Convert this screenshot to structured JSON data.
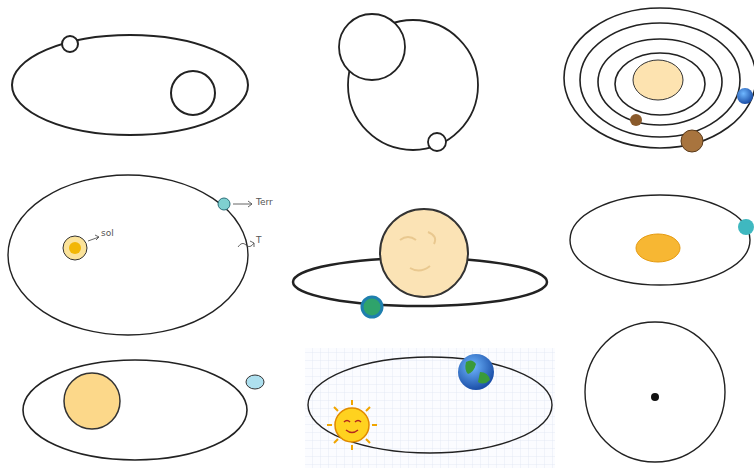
{
  "diagram": {
    "labels": [
      "sol",
      "Terr",
      "T"
    ]
  }
}
